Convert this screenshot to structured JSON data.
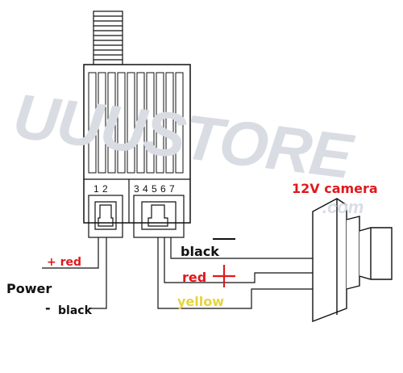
{
  "watermark": {
    "brand": "UUUSTORE",
    "domain": ".com"
  },
  "module": {
    "pins_left": "1 2",
    "pins_right": "3 4 5 6 7"
  },
  "wires": {
    "plus_red": "+ red",
    "power": "Power",
    "minus_black": "black",
    "minus_symbol": "-",
    "black": "black",
    "red": "red",
    "yellow": "yellow"
  },
  "camera": {
    "label": "12V camera"
  },
  "colors": {
    "red": "#e0191e",
    "yellow": "#e6d43c",
    "black": "#111111",
    "watermark": "#d9dde3"
  }
}
